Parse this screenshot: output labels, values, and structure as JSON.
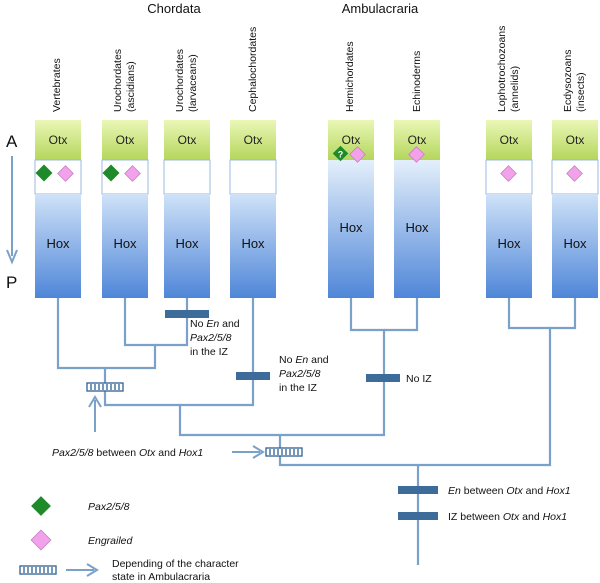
{
  "groups": {
    "chordata": "Chordata",
    "ambulacraria": "Ambulacraria"
  },
  "axis": {
    "anterior": "A",
    "posterior": "P"
  },
  "domains": {
    "otx": "Otx",
    "hox": "Hox",
    "question": "?"
  },
  "taxa": [
    {
      "line1": "Vertebrates",
      "line2": "",
      "pax": true,
      "engrailed": true
    },
    {
      "line1": "Urochordates",
      "line2": "(ascidians)",
      "pax": true,
      "engrailed": true
    },
    {
      "line1": "Urochordates",
      "line2": "(larvaceans)",
      "pax": false,
      "engrailed": false
    },
    {
      "line1": "Cephalochordates",
      "line2": "",
      "pax": false,
      "engrailed": false
    },
    {
      "line1": "Hemichordates",
      "line2": "",
      "pax": true,
      "engrailed": true,
      "pax_uncertain": true
    },
    {
      "line1": "Echinoderms",
      "line2": "",
      "pax": false,
      "engrailed": true
    },
    {
      "line1": "Lophotrochozoans",
      "line2": "(annelids)",
      "pax": false,
      "engrailed": true
    },
    {
      "line1": "Ecdysozoans",
      "line2": "(insects)",
      "pax": false,
      "engrailed": true
    }
  ],
  "notes": {
    "larv": {
      "a": "No ",
      "b": "En",
      "c": " and",
      "d": "Pax2/5/8",
      "e": "in the IZ"
    },
    "ceph": {
      "a": "No ",
      "b": "En",
      "c": " and",
      "d": "Pax2/5/8",
      "e": "in the IZ"
    },
    "echino": "No IZ",
    "pax_between": {
      "a": "Pax2/5/8",
      "b": "  between ",
      "c": "Otx",
      "d": " and ",
      "e": "Hox1"
    },
    "en_between": {
      "a": "En",
      "b": " between ",
      "c": "Otx",
      "d": " and ",
      "e": "Hox1"
    },
    "iz_between": {
      "a": "IZ between ",
      "b": "Otx",
      "c": " and ",
      "d": "Hox1"
    }
  },
  "legend": {
    "pax": "Pax2/5/8",
    "engrailed": "Engrailed",
    "depending_1": "Depending of the character",
    "depending_2": "state in Ambulacraria"
  },
  "colors": {
    "otx_top": "#eaf7b6",
    "otx_bottom": "#b4d65c",
    "hox_top": "#c8ddf6",
    "hox_bottom": "#4f86d8",
    "pax": "#1e8a2a",
    "engrailed": "#f2a2ea",
    "tree": "#7aa1c9",
    "bar": "#3d6b9a"
  }
}
